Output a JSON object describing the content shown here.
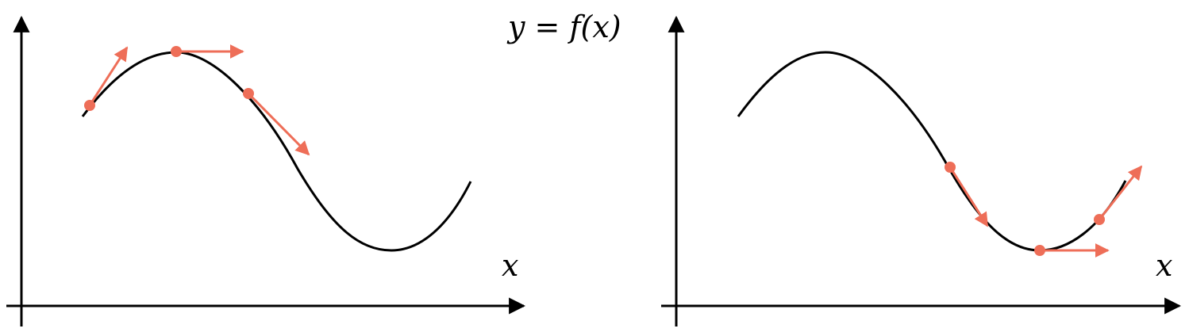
{
  "equation": "y = f(x)",
  "left_panel": {
    "axis_label": "x"
  },
  "right_panel": {
    "axis_label": "x"
  },
  "colors": {
    "curve": "#000000",
    "axes": "#000000",
    "tangent": "#ee6e58",
    "background": "#ffffff"
  }
}
